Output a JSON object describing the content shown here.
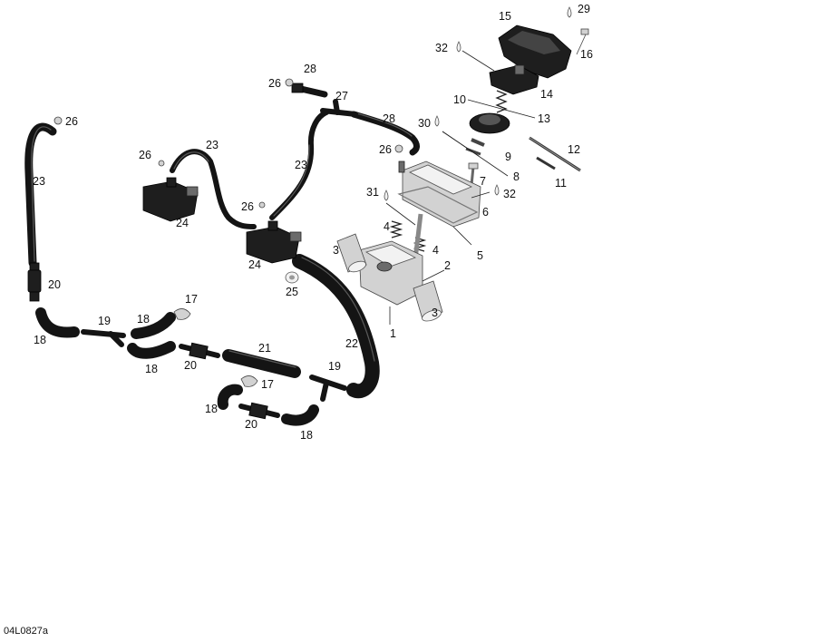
{
  "figure_code": "04L0827a",
  "callouts": [
    {
      "id": "c15",
      "text": "15"
    },
    {
      "id": "c29",
      "text": "29"
    },
    {
      "id": "c16",
      "text": "16"
    },
    {
      "id": "c32a",
      "text": "32"
    },
    {
      "id": "c14",
      "text": "14"
    },
    {
      "id": "c10",
      "text": "10"
    },
    {
      "id": "c13",
      "text": "13"
    },
    {
      "id": "c28a",
      "text": "28"
    },
    {
      "id": "c26a",
      "text": "26"
    },
    {
      "id": "c27",
      "text": "27"
    },
    {
      "id": "c28b",
      "text": "28"
    },
    {
      "id": "c30",
      "text": "30"
    },
    {
      "id": "c12",
      "text": "12"
    },
    {
      "id": "c9",
      "text": "9"
    },
    {
      "id": "c26b",
      "text": "26"
    },
    {
      "id": "c8",
      "text": "8"
    },
    {
      "id": "c11",
      "text": "11"
    },
    {
      "id": "c7",
      "text": "7"
    },
    {
      "id": "c31",
      "text": "31"
    },
    {
      "id": "c32b",
      "text": "32"
    },
    {
      "id": "c6",
      "text": "6"
    },
    {
      "id": "c4a",
      "text": "4"
    },
    {
      "id": "c4b",
      "text": "4"
    },
    {
      "id": "c5",
      "text": "5"
    },
    {
      "id": "c3a",
      "text": "3"
    },
    {
      "id": "c2",
      "text": "2"
    },
    {
      "id": "c3b",
      "text": "3"
    },
    {
      "id": "c1",
      "text": "1"
    },
    {
      "id": "c26c",
      "text": "26"
    },
    {
      "id": "c23a",
      "text": "23"
    },
    {
      "id": "c23b",
      "text": "23"
    },
    {
      "id": "c26d",
      "text": "26"
    },
    {
      "id": "c23c",
      "text": "23"
    },
    {
      "id": "c24a",
      "text": "24"
    },
    {
      "id": "c26e",
      "text": "26"
    },
    {
      "id": "c24b",
      "text": "24"
    },
    {
      "id": "c25",
      "text": "25"
    },
    {
      "id": "c20a",
      "text": "20"
    },
    {
      "id": "c17a",
      "text": "17"
    },
    {
      "id": "c19a",
      "text": "19"
    },
    {
      "id": "c18a",
      "text": "18"
    },
    {
      "id": "c18b",
      "text": "18"
    },
    {
      "id": "c18c",
      "text": "18"
    },
    {
      "id": "c21",
      "text": "21"
    },
    {
      "id": "c20b",
      "text": "20"
    },
    {
      "id": "c22",
      "text": "22"
    },
    {
      "id": "c19b",
      "text": "19"
    },
    {
      "id": "c17b",
      "text": "17"
    },
    {
      "id": "c18d",
      "text": "18"
    },
    {
      "id": "c20c",
      "text": "20"
    },
    {
      "id": "c18e",
      "text": "18"
    }
  ]
}
